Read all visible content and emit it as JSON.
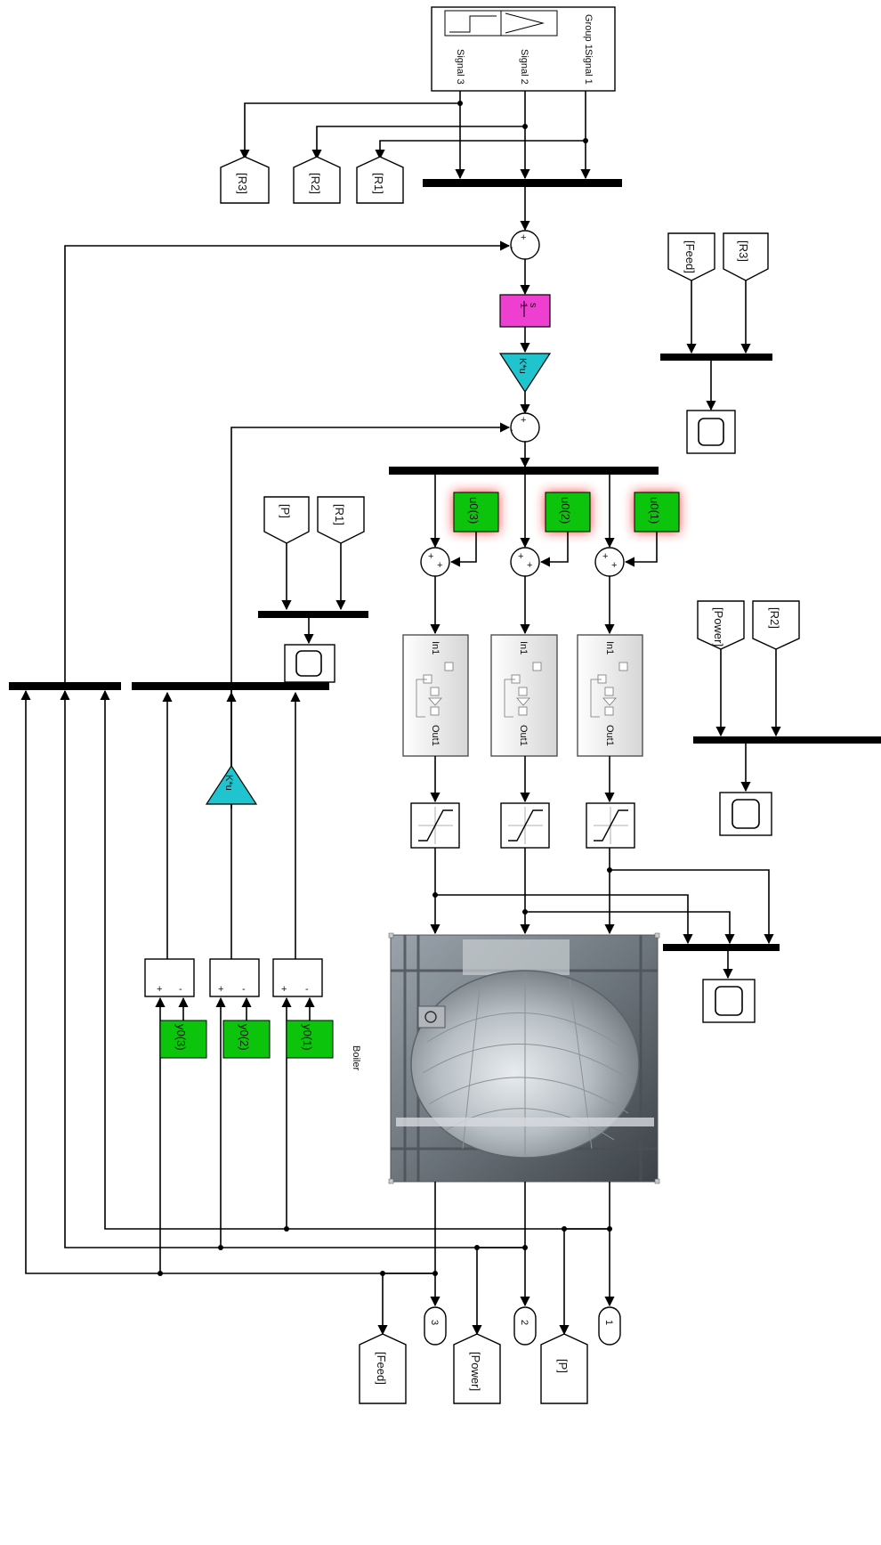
{
  "signal_builder": {
    "group": "Group 1",
    "signals": [
      "Signal 1",
      "Signal 2",
      "Signal 3"
    ]
  },
  "goto_tags": {
    "r3": "[R3]",
    "r2": "[R2]",
    "r1": "[R1]",
    "feed": "[Feed]",
    "power": "[Power]",
    "p": "[P]"
  },
  "integrator": {
    "numerator": "1",
    "denominator": "s"
  },
  "gains": {
    "gain1": "K*u",
    "gain2": "K*u"
  },
  "sum_signs": {
    "plus": "+",
    "minus": "-"
  },
  "constants": {
    "u0": [
      "u0(3)",
      "u0(2)",
      "u0(1)"
    ],
    "y0": [
      "y0(3)",
      "y0(2)",
      "y0(1)"
    ]
  },
  "subsystem_ports": {
    "in": "In1",
    "out": "Out1"
  },
  "plant": {
    "name": "Boiler"
  },
  "outports": [
    "3",
    "2",
    "1"
  ],
  "colors": {
    "integrator": "#ee3fd1",
    "gain": "#20c4cf",
    "constant": "#0bc40b",
    "glow": "#ff3b3b"
  },
  "icons": {
    "scope": "scope-icon",
    "saturation": "saturation-icon",
    "plant_photo": "boiler-photo"
  }
}
